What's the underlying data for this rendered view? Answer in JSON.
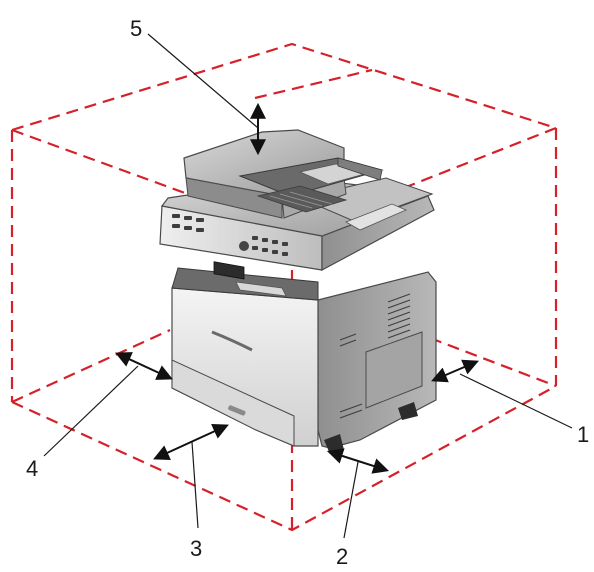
{
  "callouts": [
    {
      "id": "1",
      "label": "1"
    },
    {
      "id": "2",
      "label": "2"
    },
    {
      "id": "3",
      "label": "3"
    },
    {
      "id": "4",
      "label": "4"
    },
    {
      "id": "5",
      "label": "5"
    }
  ],
  "colors": {
    "clearance_box": "#d6202a",
    "arrow": "#111111",
    "printer_body": "#c9c9c9",
    "printer_dark": "#5a5a5a",
    "printer_front": "#e9e9e9"
  }
}
